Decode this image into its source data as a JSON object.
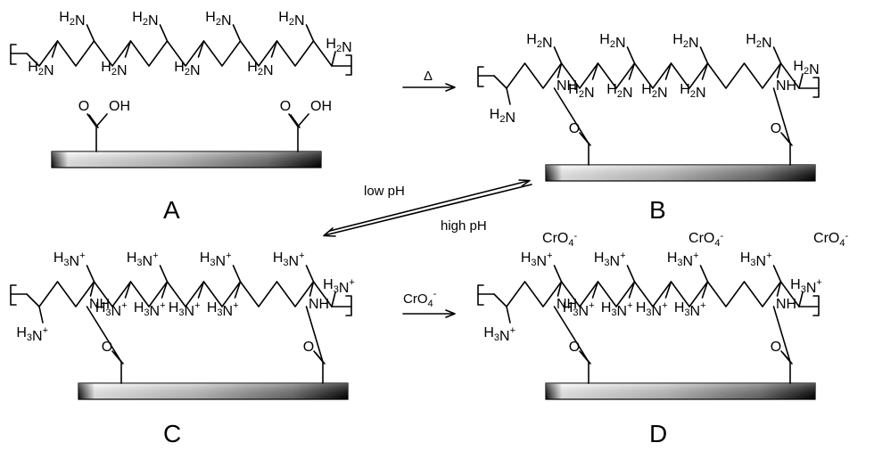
{
  "panels": [
    {
      "id": "A",
      "label": "A"
    },
    {
      "id": "B",
      "label": "B"
    },
    {
      "id": "C",
      "label": "C"
    },
    {
      "id": "D",
      "label": "D"
    }
  ],
  "groups": {
    "amine_upper": "H2N",
    "amine_lower": "H2N",
    "ammonium": "H3N+",
    "amide_nh": "NH",
    "carbonyl_o": "O",
    "hydroxyl": "OH",
    "anion": "CrO4-"
  },
  "arrows": {
    "heat": {
      "label": "Δ"
    },
    "low_ph": {
      "label": "low pH"
    },
    "high_ph": {
      "label": "high pH"
    },
    "chromate": {
      "label": "CrO4-"
    }
  },
  "colors": {
    "ink": "#000000",
    "substrate_light": "#ffffff",
    "substrate_dark": "#000000"
  }
}
